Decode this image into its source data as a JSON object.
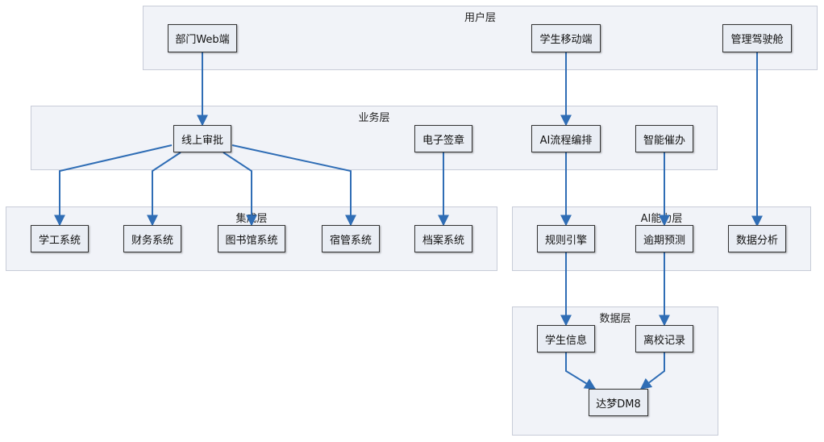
{
  "layers": {
    "user": "用户层",
    "business": "业务层",
    "integration": "集成层",
    "ai": "AI能力层",
    "data": "数据层"
  },
  "nodes": {
    "dept_web": "部门Web端",
    "student_mobile": "学生移动端",
    "mgmt_cockpit": "管理驾驶舱",
    "online_approval": "线上审批",
    "e_signature": "电子签章",
    "ai_orchestration": "AI流程编排",
    "smart_reminder": "智能催办",
    "student_affairs": "学工系统",
    "finance": "财务系统",
    "library": "图书馆系统",
    "dormitory": "宿管系统",
    "archives": "档案系统",
    "rule_engine": "规则引擎",
    "overdue_prediction": "逾期预测",
    "data_analysis": "数据分析",
    "student_info": "学生信息",
    "leave_records": "离校记录",
    "dameng": "达梦DM8"
  },
  "colors": {
    "arrow": "#2f6db5",
    "layer_bg": "#f1f3f8",
    "node_bg": "#e9edf4"
  }
}
